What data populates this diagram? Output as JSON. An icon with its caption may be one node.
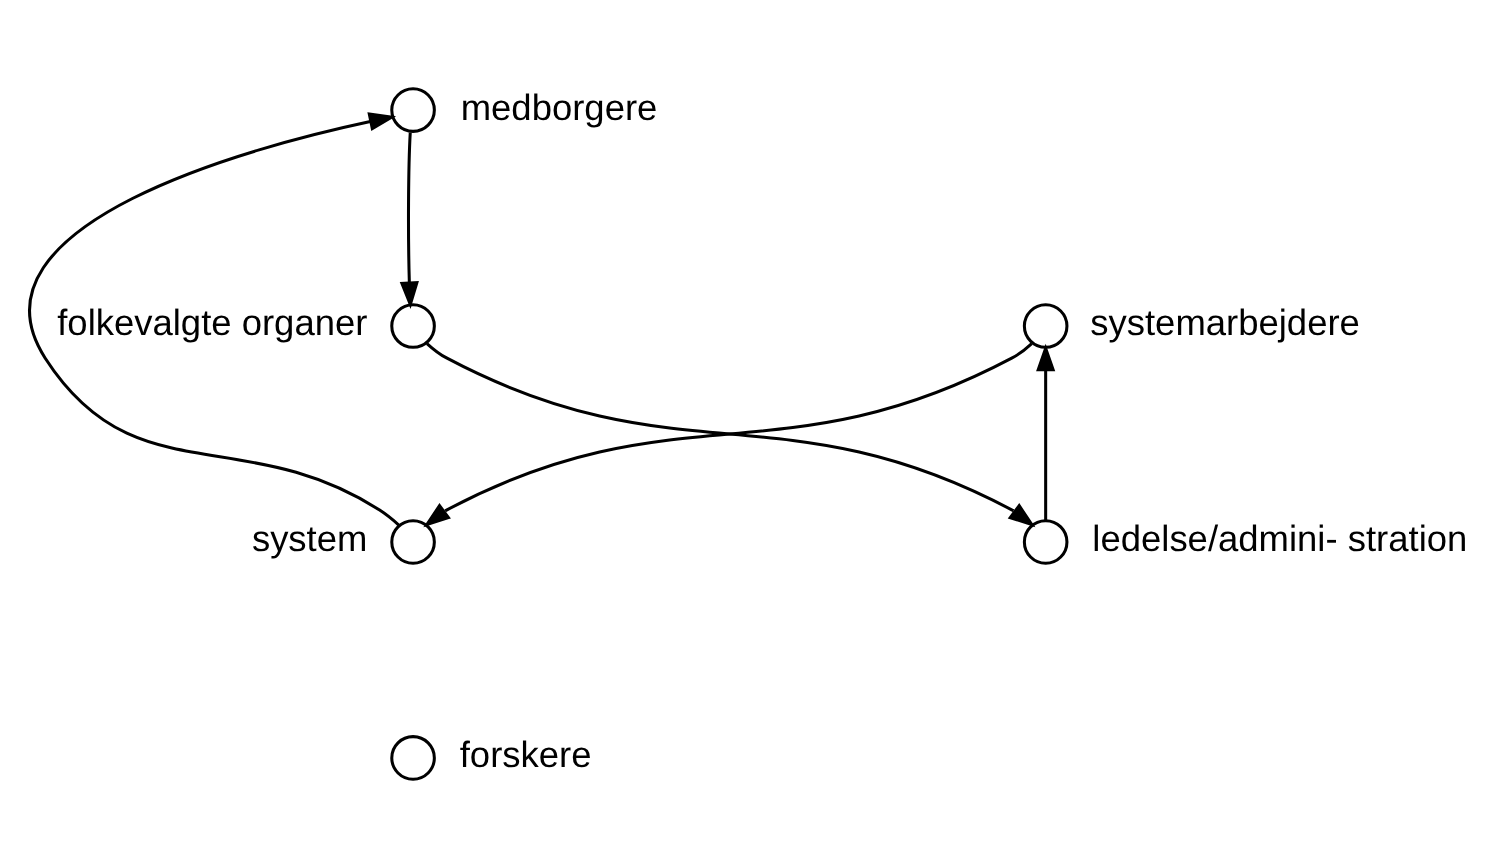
{
  "diagram": {
    "nodes": [
      {
        "text": [],
        "shape": "circle",
        "beside": [
          "medborgere"
        ]
      },
      {
        "text": [],
        "shape": "circle",
        "beside": [
          "folkevalgte organer"
        ]
      },
      {
        "text": [],
        "shape": "circle",
        "beside": [
          "systemarbejdere"
        ]
      },
      {
        "text": [],
        "shape": "circle",
        "beside": [
          "system"
        ]
      },
      {
        "text": [],
        "shape": "circle",
        "beside": [
          "ledelse/admini- stration"
        ]
      },
      {
        "text": [],
        "shape": "circle",
        "beside": [
          "forskere"
        ]
      }
    ],
    "edges": [
      {
        "from": 0,
        "to": 1,
        "arrow": "to"
      },
      {
        "from": 3,
        "to": 0,
        "arrow": "to"
      },
      {
        "from": 1,
        "to": 4,
        "arrow": "to"
      },
      {
        "from": 2,
        "to": 3,
        "arrow": "to"
      },
      {
        "from": 4,
        "to": 2,
        "arrow": "to"
      }
    ]
  }
}
